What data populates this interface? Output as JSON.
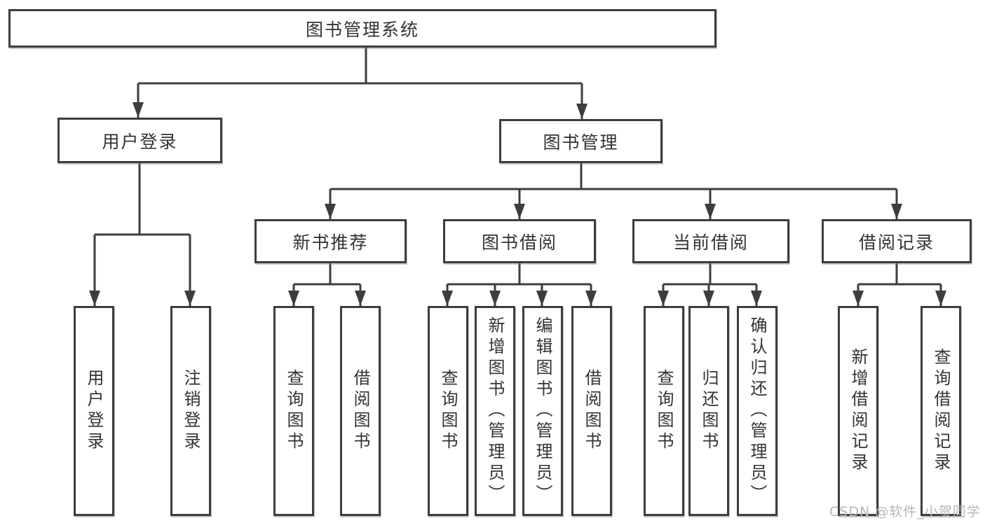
{
  "diagram": {
    "root": {
      "label": "图书管理系统"
    },
    "level2": [
      {
        "label": "用户登录"
      },
      {
        "label": "图书管理"
      }
    ],
    "level3": [
      {
        "label": "新书推荐",
        "parent": "图书管理"
      },
      {
        "label": "图书借阅",
        "parent": "图书管理"
      },
      {
        "label": "当前借阅",
        "parent": "图书管理"
      },
      {
        "label": "借阅记录",
        "parent": "图书管理"
      }
    ],
    "leaves": [
      {
        "label": "用户登录",
        "parent": "用户登录"
      },
      {
        "label": "注销登录",
        "parent": "用户登录"
      },
      {
        "label": "查询图书",
        "parent": "新书推荐"
      },
      {
        "label": "借阅图书",
        "parent": "新书推荐"
      },
      {
        "label": "查询图书",
        "parent": "图书借阅"
      },
      {
        "label": "新增图书（管理员）",
        "parent": "图书借阅"
      },
      {
        "label": "编辑图书（管理员）",
        "parent": "图书借阅"
      },
      {
        "label": "借阅图书",
        "parent": "图书借阅"
      },
      {
        "label": "查询图书",
        "parent": "当前借阅"
      },
      {
        "label": "归还图书",
        "parent": "当前借阅"
      },
      {
        "label": "确认归还（管理员）",
        "parent": "当前借阅"
      },
      {
        "label": "新增借阅记录",
        "parent": "借阅记录"
      },
      {
        "label": "查询借阅记录",
        "parent": "借阅记录"
      }
    ]
  },
  "watermark": {
    "text": "CSDN @软件_小贺同学"
  },
  "colors": {
    "line": "#3d3d3d",
    "text": "#333333",
    "watermark": "#b6b6b6",
    "background": "#ffffff"
  }
}
